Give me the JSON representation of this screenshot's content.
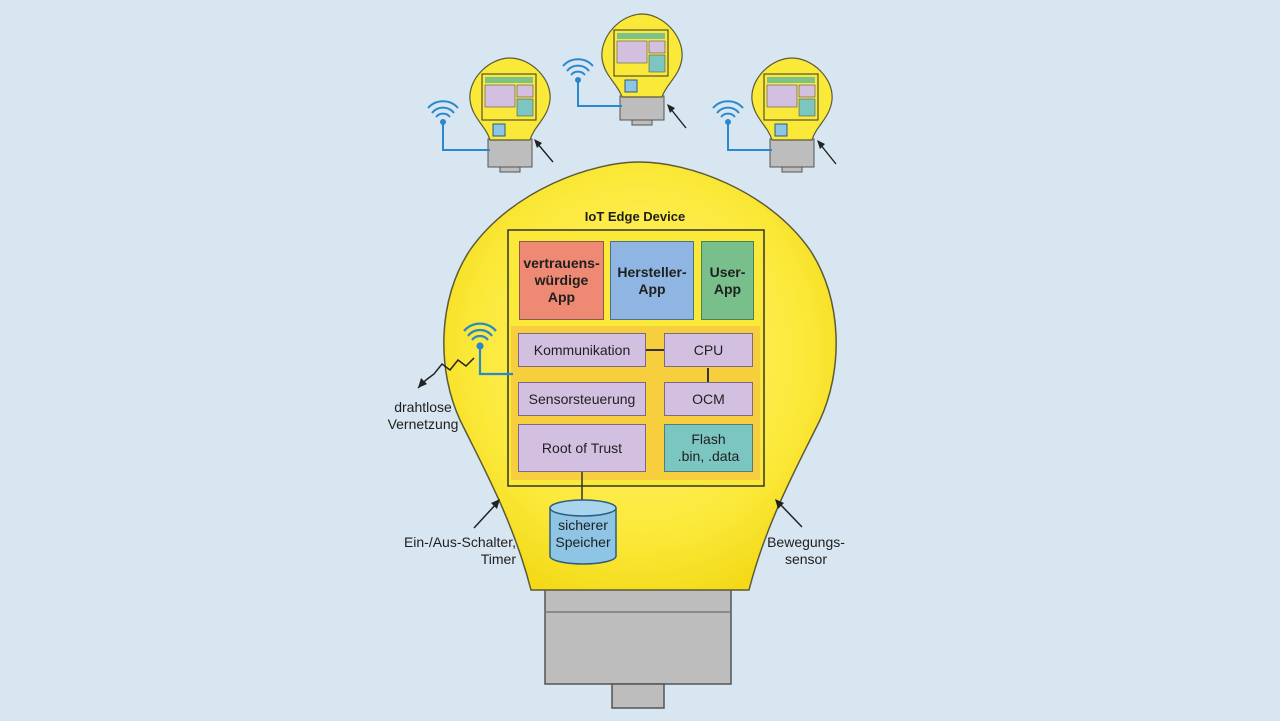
{
  "title": "IoT Edge Device",
  "apps": [
    {
      "label": "vertrauens-\nwürdige\nApp",
      "color": "#ee8a73"
    },
    {
      "label": "Hersteller-\nApp",
      "color": "#8fb6e3"
    },
    {
      "label": "User-\nApp",
      "color": "#79bf8b"
    }
  ],
  "modules": {
    "kommunikation": "Kommunikation",
    "sensorsteuerung": "Sensorsteuerung",
    "root_of_trust": "Root of Trust",
    "cpu": "CPU",
    "ocm": "OCM",
    "flash": "Flash\n.bin, .data"
  },
  "storage": "sicherer\nSpeicher",
  "annotations": {
    "wireless": "drahtlose\nVernetzung",
    "switch": "Ein-/Aus-Schalter,\nTimer",
    "motion": "Bewegungs-\nsensor"
  },
  "colors": {
    "background": "#d7e6f0",
    "bulb": "#fbeb3a",
    "module": "#d3c0e0",
    "flash": "#7bc6c0",
    "storage": "#8ec4e4",
    "socket": "#bdbdbd",
    "wifi": "#2a88cc"
  }
}
